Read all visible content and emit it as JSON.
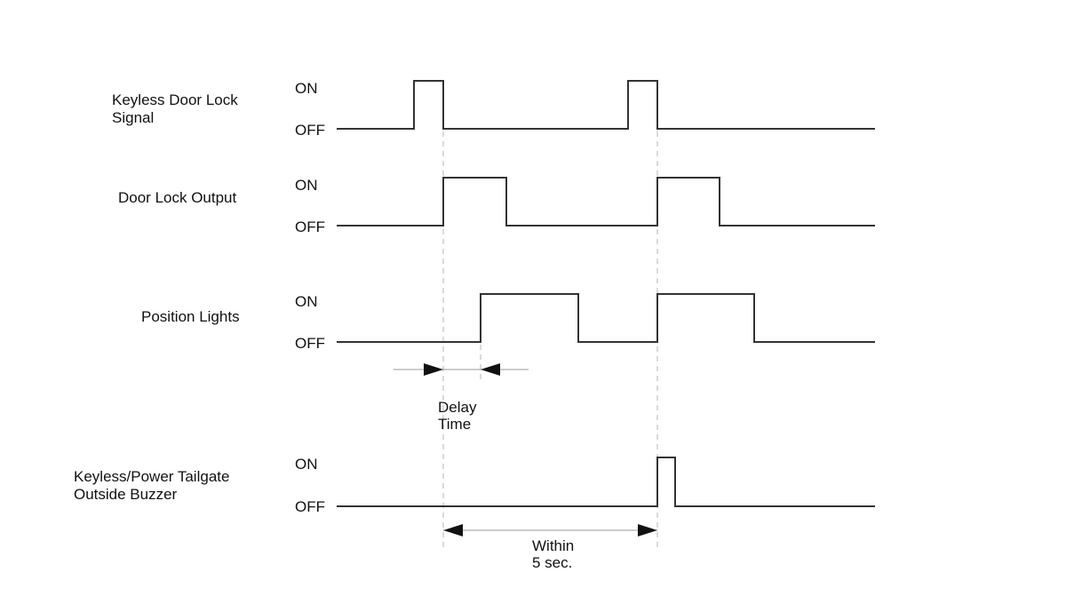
{
  "signals": [
    {
      "name": "Keyless Door Lock Signal",
      "label_lines": [
        "Keyless Door Lock",
        "Signal"
      ],
      "on_label": "ON",
      "off_label": "OFF"
    },
    {
      "name": "Door Lock Output",
      "label_lines": [
        "Door Lock Output"
      ],
      "on_label": "ON",
      "off_label": "OFF"
    },
    {
      "name": "Position Lights",
      "label_lines": [
        "Position Lights"
      ],
      "on_label": "ON",
      "off_label": "OFF"
    },
    {
      "name": "Keyless/Power Tailgate Outside Buzzer",
      "label_lines": [
        "Keyless/Power Tailgate",
        "Outside Buzzer"
      ],
      "on_label": "ON",
      "off_label": "OFF"
    }
  ],
  "annotations": {
    "delay_time": {
      "line1": "Delay",
      "line2": "Time"
    },
    "within": {
      "line1": "Within",
      "line2": "5 sec."
    }
  },
  "colors": {
    "wave": "#333333",
    "guide": "#b5b5b5",
    "text": "#111111"
  }
}
